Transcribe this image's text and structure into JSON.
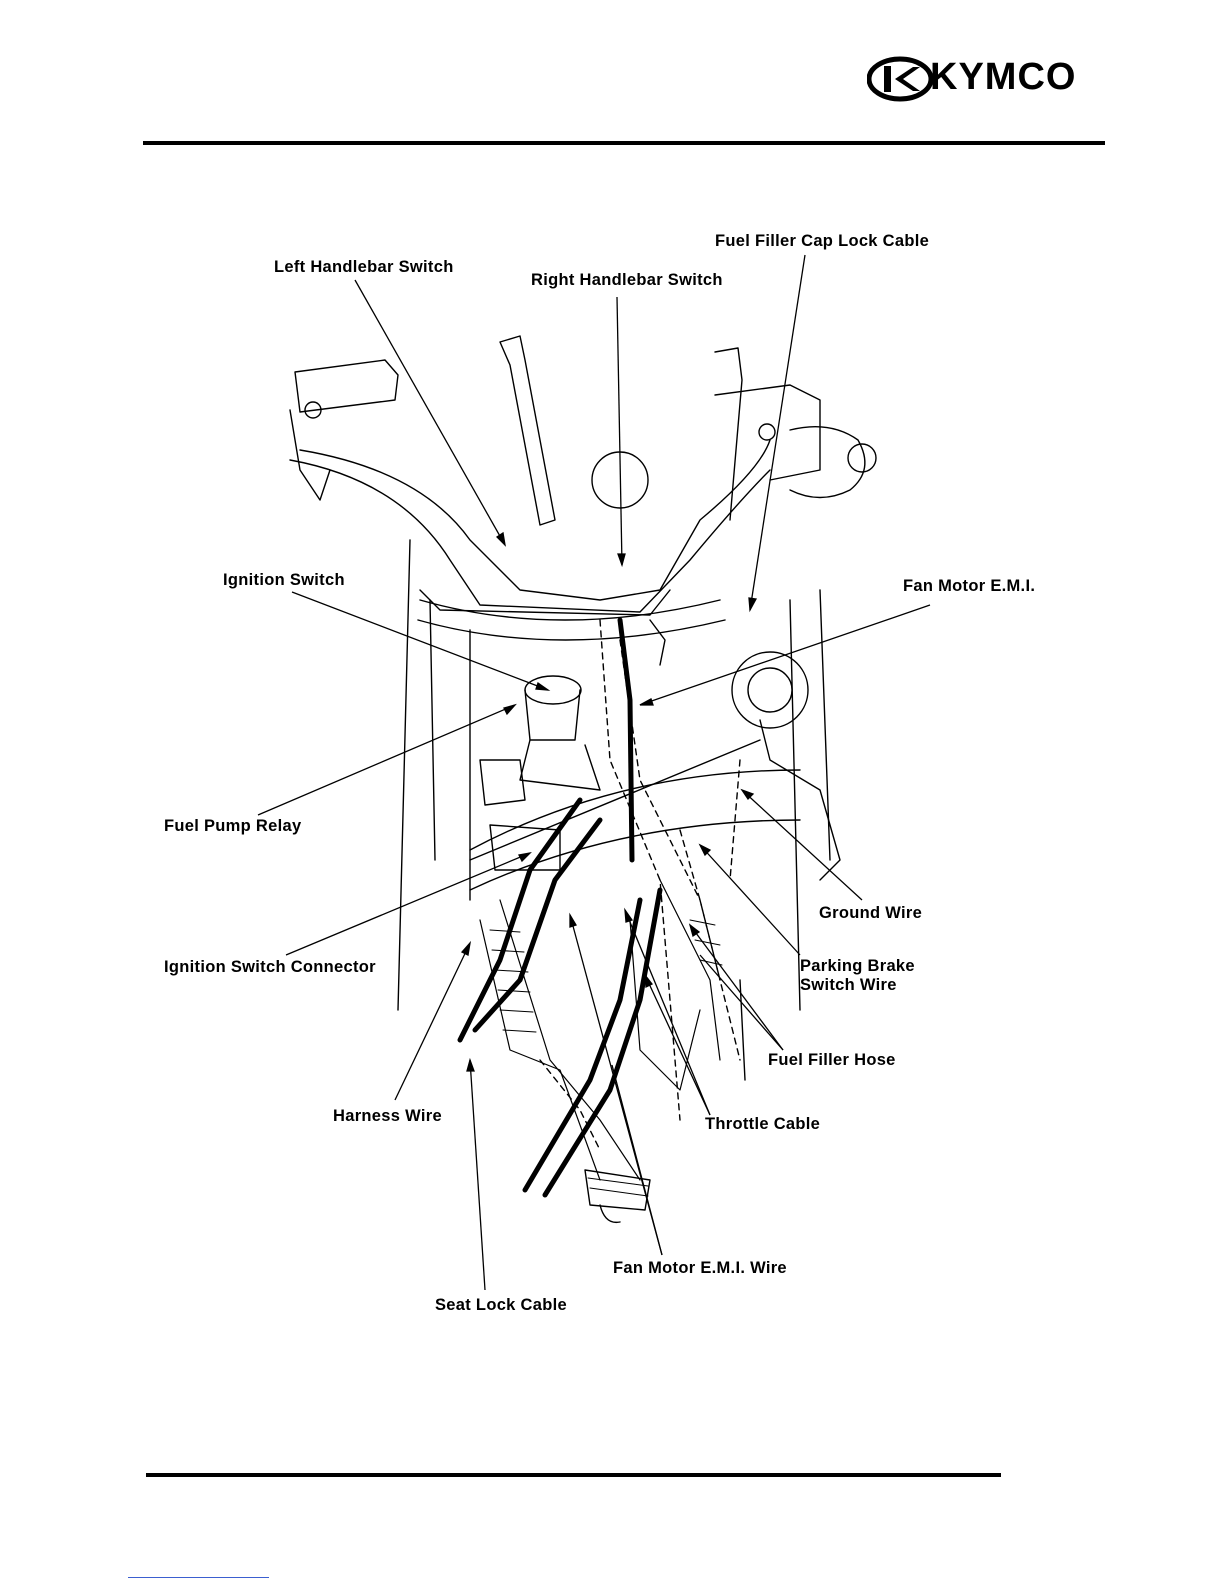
{
  "brand": {
    "name": "KYMCO",
    "accent": "#000000"
  },
  "labels": {
    "left_handlebar_switch": "Left Handlebar Switch",
    "right_handlebar_switch": "Right Handlebar Switch",
    "fuel_filler_cap_lock_cable": "Fuel Filler Cap Lock Cable",
    "ignition_switch": "Ignition Switch",
    "fan_motor_emi": "Fan Motor E.M.I.",
    "fuel_pump_relay": "Fuel Pump Relay",
    "ground_wire": "Ground Wire",
    "ignition_switch_connector": "Ignition Switch Connector",
    "parking_brake_switch_wire_line1": "Parking Brake",
    "parking_brake_switch_wire_line2": "Switch Wire",
    "fuel_filler_hose": "Fuel Filler Hose",
    "harness_wire": "Harness Wire",
    "throttle_cable": "Throttle Cable",
    "fan_motor_emi_wire": "Fan Motor E.M.I. Wire",
    "seat_lock_cable": "Seat Lock Cable"
  }
}
